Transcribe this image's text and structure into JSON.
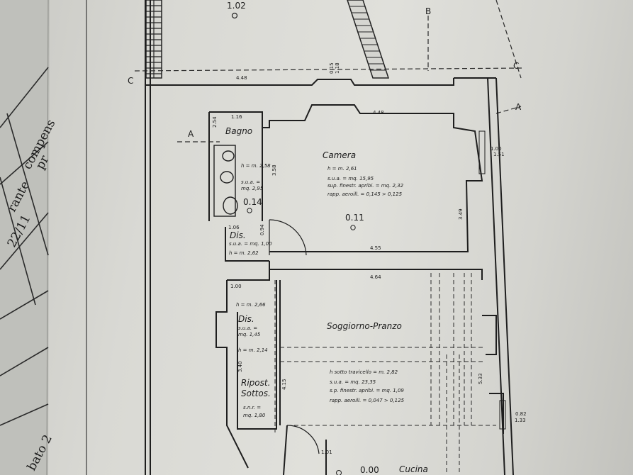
{
  "side_table": {
    "words": [
      "compens",
      "pr",
      "rante",
      "22/11",
      "bato 2"
    ]
  },
  "markers": {
    "room_102": "1.02",
    "section_b": "B",
    "section_c": "C",
    "section_a": "A"
  },
  "dimensions": {
    "d448_top": "4.48",
    "d448_mid": "4.48",
    "d116": "1.16",
    "d254": "2.54",
    "d358": "3.58",
    "d100_151_a": "1.00",
    "d100_151_b": "1.51",
    "d349": "3.49",
    "d106": "1.06",
    "d094": "0.94",
    "d455": "4.55",
    "d464": "4.64",
    "d100": "1.00",
    "d340": "3.40",
    "d415": "4.15",
    "d533": "5.33",
    "d082": "0.82",
    "d133": "1.33",
    "d101": "1.01",
    "d015": "0.15",
    "d018": "1.18"
  },
  "rooms": {
    "bagno": {
      "name": "Bagno"
    },
    "bagno_info": {
      "h": "h = m. 2,58",
      "sua": "s.u.a. =",
      "mq": "mq. 2,95",
      "code": "0.14"
    },
    "camera": {
      "name": "Camera",
      "h": "h = m. 2,61",
      "sua": "s.u.a. = mq. 15,95",
      "sup": "sup. finestr. apribi. = mq. 2,32",
      "rapp": "rapp. aeroill. = 0,145 > 0,125",
      "code": "0.11"
    },
    "dis1": {
      "name": "Dis.",
      "sua": "s.u.a. = mq. 1,00",
      "h": "h = m. 2,62"
    },
    "dis2": {
      "name": "Dis.",
      "h": "h = m. 2,66",
      "sua": "s.u.a. =",
      "mq": "mq. 1,45",
      "h2": "h = m. 2,14"
    },
    "ripost": {
      "name1": "Ripost.",
      "name2": "Sottos.",
      "snr": "s.n.r. =",
      "mq": "mq. 1,80"
    },
    "soggiorno": {
      "name": "Soggiorno-Pranzo",
      "h": "h sotto travicello = m. 2,82",
      "sua": "s.u.a. = mq. 23,35",
      "sup": "s.p. finestr. apribi. = mq. 1,09",
      "rapp": "rapp. aeroill. = 0,047 > 0,125"
    },
    "cucina": {
      "name": "Cucina",
      "code": "0.00"
    }
  }
}
